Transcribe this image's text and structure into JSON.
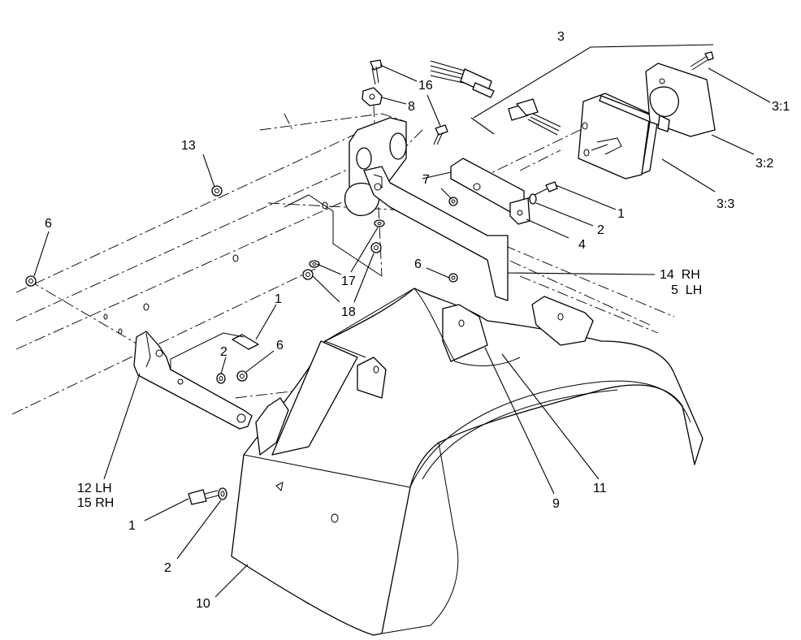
{
  "callouts": {
    "c3": "3",
    "c3_1": "3:1",
    "c3_2": "3:2",
    "c3_3": "3:3",
    "c16": "16",
    "c8": "8",
    "c13": "13",
    "c7": "7",
    "c1_top": "1",
    "c2_top": "2",
    "c4": "4",
    "c6_left": "6",
    "c6_mid": "6",
    "c14": "14  RH",
    "c5": "5  LH",
    "c17": "17",
    "c18": "18",
    "c1_mid": "1",
    "c2_mid": "2",
    "c6_bracket": "6",
    "c12": "12 LH",
    "c15": "15 RH",
    "c9": "9",
    "c11": "11",
    "c1_bottom": "1",
    "c2_bottom": "2",
    "c10": "10"
  }
}
